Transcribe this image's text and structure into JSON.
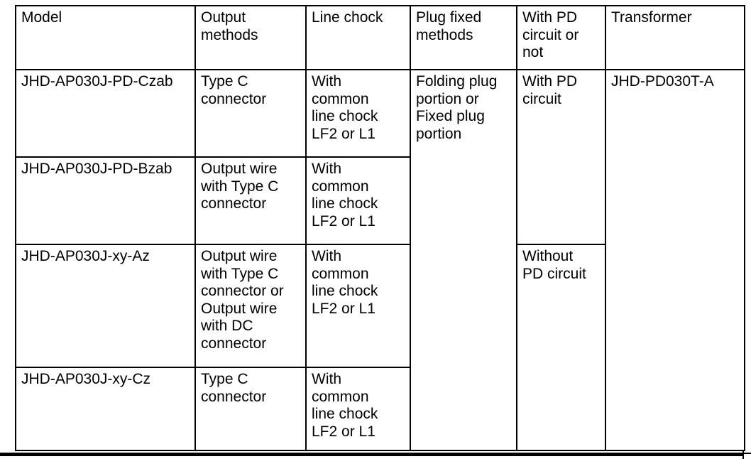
{
  "table": {
    "text_color": "#000000",
    "border_color": "#000000",
    "headers": {
      "model": "Model",
      "output_methods": "Output\nmethods",
      "line_chock": "Line chock",
      "plug_fixed_methods": "Plug fixed\nmethods",
      "pd_circuit": "With PD\ncircuit or\nnot",
      "transformer": "Transformer"
    },
    "rows": [
      {
        "model": "JHD-AP030J-PD-Czab",
        "output_methods": "Type C\nconnector",
        "line_chock": "With\ncommon\nline chock\nLF2 or L1",
        "plug_fixed_methods": "Folding plug\nportion or\nFixed plug\nportion",
        "pd_circuit": "With PD\ncircuit",
        "transformer": "JHD-PD030T-A"
      },
      {
        "model": "JHD-AP030J-PD-Bzab",
        "output_methods": "Output wire\nwith Type C\nconnector",
        "line_chock": "With\ncommon\nline chock\nLF2 or L1"
      },
      {
        "model": "JHD-AP030J-xy-Az",
        "output_methods": "Output wire\nwith Type C\nconnector or\nOutput wire\nwith DC\nconnector",
        "line_chock": "With\ncommon\nline chock\nLF2 or L1",
        "pd_circuit": "Without\nPD circuit"
      },
      {
        "model": "JHD-AP030J-xy-Cz",
        "output_methods": "Type C\nconnector",
        "line_chock": "With\ncommon\nline chock\nLF2 or L1"
      }
    ]
  }
}
